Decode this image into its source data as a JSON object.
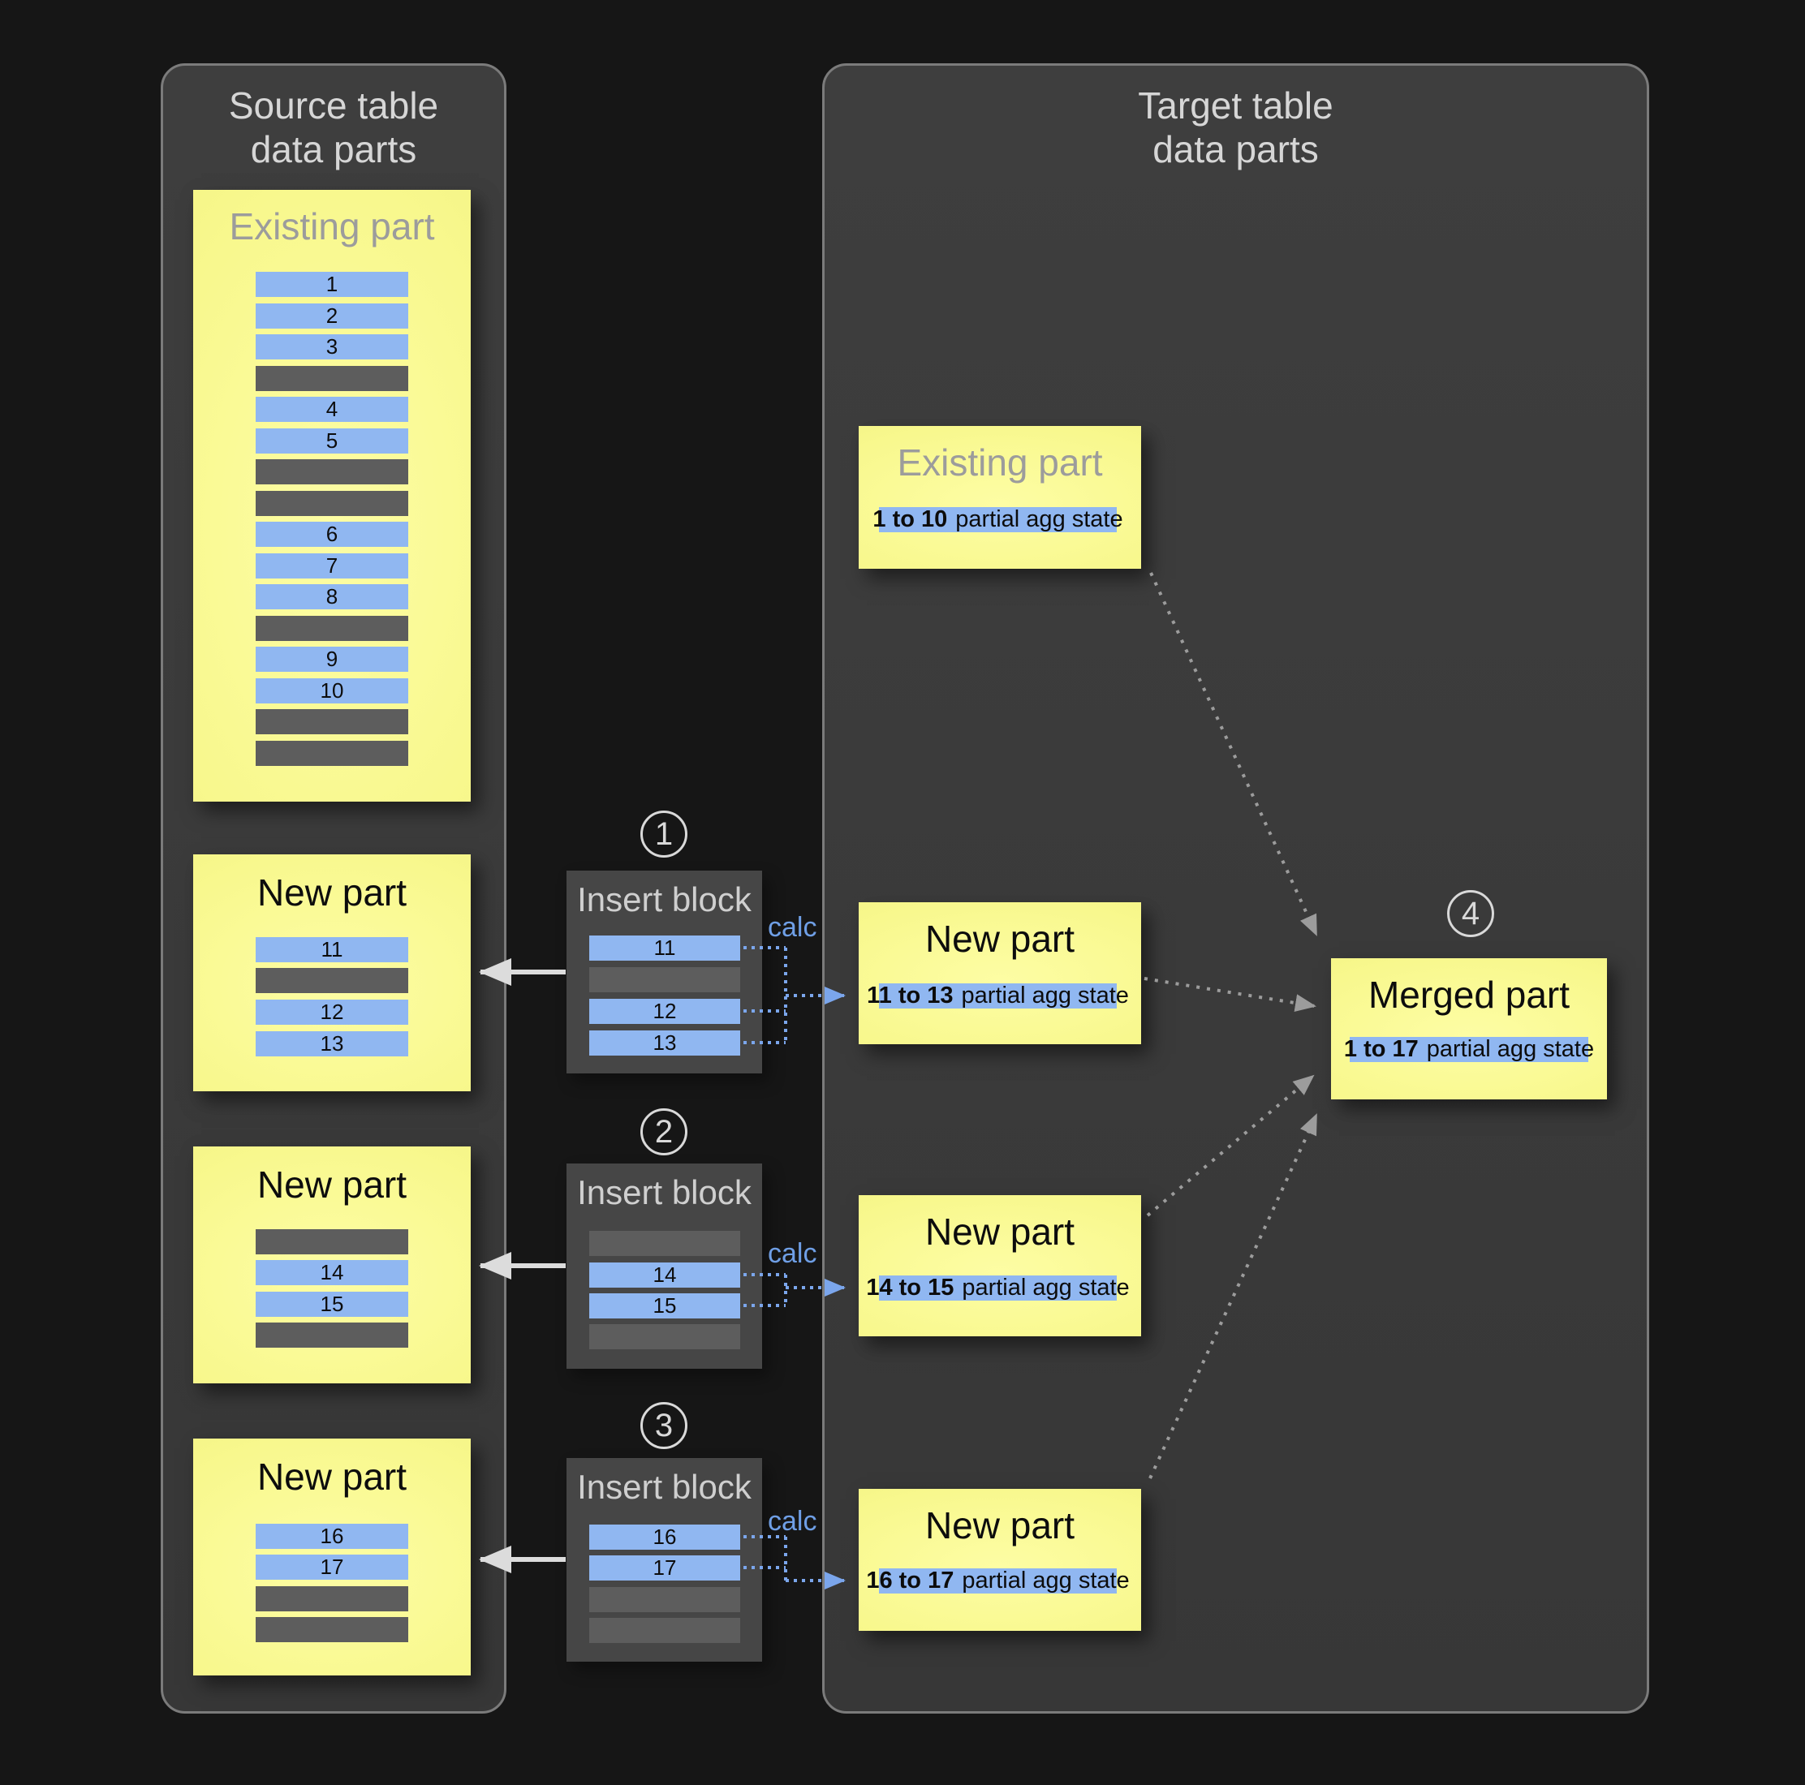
{
  "colors": {
    "background": "#161616",
    "panel_fill": "#3a3a3a",
    "panel_border": "#7b7b7b",
    "insert_block_fill": "#464646",
    "yellow_box": "#f8f88f",
    "blue_row": "#90b7f1",
    "gray_row": "#5d5d5d",
    "panel_title_text": "#d6d6d6",
    "muted_title_text": "#9c9c9c",
    "calc_text": "#6f9fe6",
    "blue_connector": "#7ba6ec",
    "gray_connector": "#9c9c9c",
    "white_arrow": "#dcdcdc"
  },
  "source_panel": {
    "title_line1": "Source table",
    "title_line2": "data parts",
    "existing_part": {
      "title": "Existing part",
      "rows": [
        "1",
        "2",
        "3",
        null,
        "4",
        "5",
        null,
        null,
        "6",
        "7",
        "8",
        null,
        "9",
        "10",
        null,
        null
      ]
    },
    "new_parts": [
      {
        "title": "New part",
        "rows": [
          "11",
          null,
          "12",
          "13"
        ]
      },
      {
        "title": "New part",
        "rows": [
          null,
          "14",
          "15",
          null
        ]
      },
      {
        "title": "New part",
        "rows": [
          "16",
          "17",
          null,
          null
        ]
      }
    ]
  },
  "insert_blocks": [
    {
      "step": "1",
      "title": "Insert block",
      "calc_label": "calc",
      "rows": [
        "11",
        null,
        "12",
        "13"
      ]
    },
    {
      "step": "2",
      "title": "Insert block",
      "calc_label": "calc",
      "rows": [
        null,
        "14",
        "15",
        null
      ]
    },
    {
      "step": "3",
      "title": "Insert block",
      "calc_label": "calc",
      "rows": [
        "16",
        "17",
        null,
        null
      ]
    }
  ],
  "target_panel": {
    "title_line1": "Target table",
    "title_line2": "data parts",
    "existing_part": {
      "title": "Existing part",
      "state_bold": "1 to 10",
      "state_rest": "partial agg state"
    },
    "new_parts": [
      {
        "title": "New part",
        "state_bold": "11 to 13",
        "state_rest": "partial agg state"
      },
      {
        "title": "New part",
        "state_bold": "14 to 15",
        "state_rest": "partial agg state"
      },
      {
        "title": "New part",
        "state_bold": "16 to 17",
        "state_rest": "partial agg state"
      }
    ],
    "merged_part": {
      "step": "4",
      "title": "Merged part",
      "state_bold": "1 to 17",
      "state_rest": "partial agg state"
    }
  }
}
